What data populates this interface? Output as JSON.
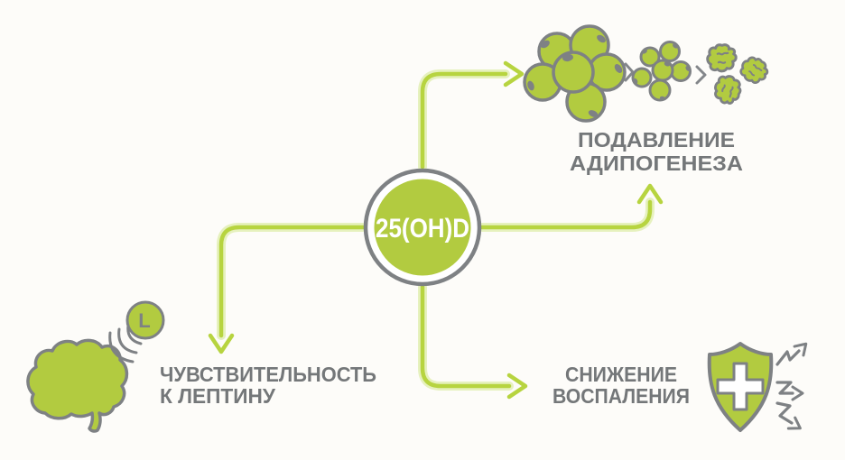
{
  "colors": {
    "background": "#fdfcf9",
    "accent_green": "#b2cb40",
    "arrow_green": "#b7d440",
    "outline_gray": "#7e8184",
    "text_gray": "#747779",
    "white": "#ffffff"
  },
  "center_node": {
    "label": "25(OH)D"
  },
  "branches": {
    "adipogenesis": {
      "label_line1": "ПОДАВЛЕНИЕ",
      "label_line2": "АДИПОГЕНЕЗА",
      "icon": "adipocyte-cells-shrinking-sequence",
      "stage_separator_icon": "chevron-right"
    },
    "leptin": {
      "label_line1": "ЧУВСТВИТЕЛЬНОСТЬ",
      "label_line2": "К ЛЕПТИНУ",
      "icon": "brain-with-leptin-signal",
      "leptin_marker": "L"
    },
    "inflammation": {
      "label_line1": "СНИЖЕНИЕ",
      "label_line2": "ВОСПАЛЕНИЯ",
      "icon": "medical-shield-deflecting-arrows"
    }
  }
}
